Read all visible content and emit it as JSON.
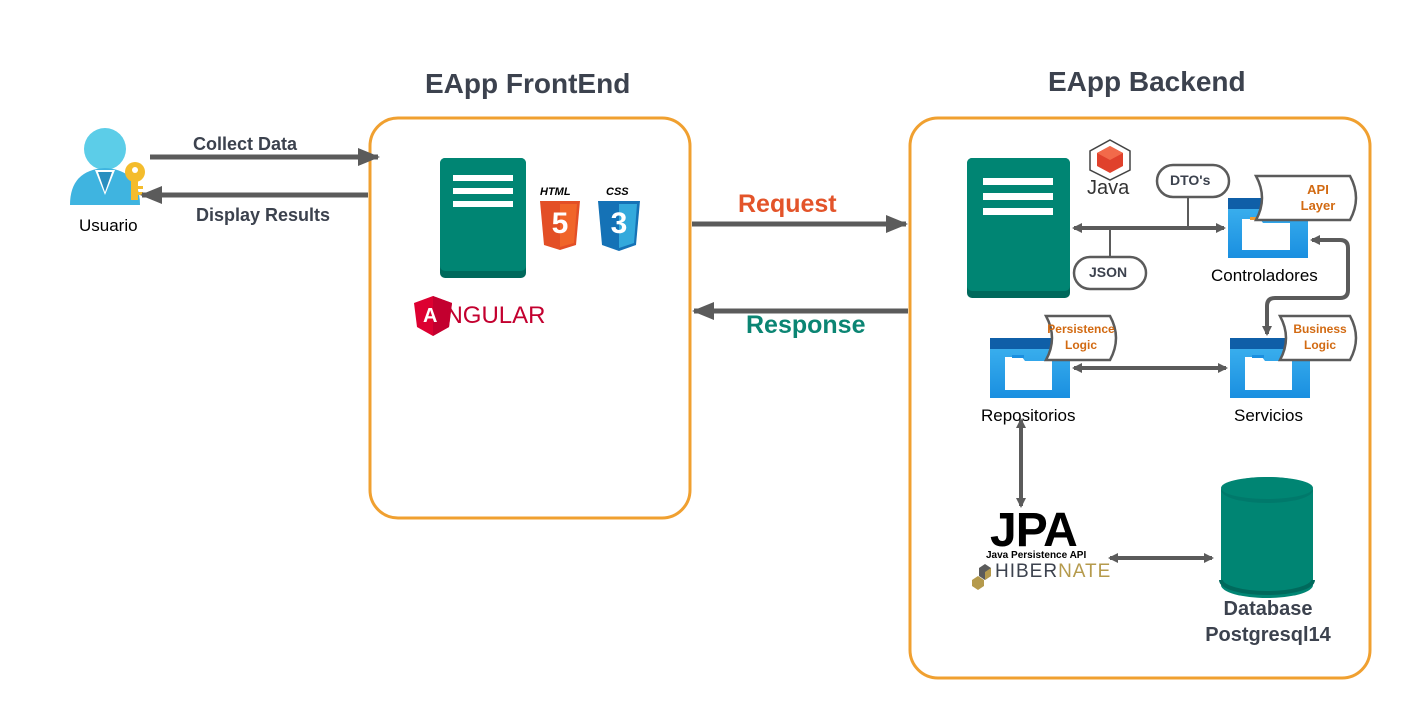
{
  "frontend": {
    "title": "EApp FrontEnd",
    "logos": {
      "html": "HTML",
      "css": "CSS",
      "angular_first": "A",
      "angular_rest": "NGULAR"
    }
  },
  "backend": {
    "title": "EApp Backend",
    "java_label": "Java",
    "dto_label": "DTO's",
    "json_label": "JSON",
    "controladores": {
      "label": "Controladores",
      "flag_line1": "API",
      "flag_line2": "Layer"
    },
    "repositorios": {
      "label": "Repositorios",
      "flag_line1": "Persistence",
      "flag_line2": "Logic"
    },
    "servicios": {
      "label": "Servicios",
      "flag_line1": "Business",
      "flag_line2": "Logic"
    },
    "jpa": {
      "title": "JPA",
      "subtitle": "Java Persistence API",
      "hibernate_first": "HIBER",
      "hibernate_rest": "NATE"
    },
    "database": {
      "line1": "Database",
      "line2": "Postgresql14"
    }
  },
  "user": {
    "label": "Usuario",
    "collect": "Collect Data",
    "display": "Display Results"
  },
  "flows": {
    "request": "Request",
    "response": "Response"
  },
  "colors": {
    "container_border": "#f0a030",
    "server": "#008573",
    "arrow": "#5b5b5b",
    "request": "#e3542a",
    "response": "#0b8573",
    "folder_blue": "#1a8fe0",
    "flag_text": "#d26a12"
  }
}
